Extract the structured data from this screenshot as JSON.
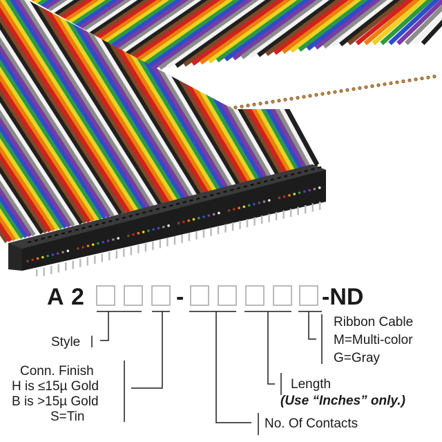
{
  "colors": {
    "wire_sequence": [
      "#7a4a2a",
      "#d42020",
      "#ee7d10",
      "#f0d020",
      "#2f9a3a",
      "#2a50c8",
      "#7a3aa8",
      "#8c8c8c",
      "#f2f2f2",
      "#1f1f1f"
    ],
    "connector_body": "#262626",
    "label_text": "#1a1a1a",
    "field_box_border": "#a8a8a8"
  },
  "part_number": {
    "prefix_1": "A",
    "prefix_2": "2",
    "separator": "-",
    "suffix": "-ND"
  },
  "labels": {
    "style": "Style",
    "conn_finish": {
      "title": "Conn. Finish",
      "option_h": "H is ≤15µ  Gold",
      "option_b": "B is >15µ  Gold",
      "option_s": "S=Tin"
    },
    "contacts": "No. Of Contacts",
    "length": {
      "title": "Length",
      "note": "(Use “Inches” only.)"
    },
    "ribbon_cable": {
      "title": "Ribbon Cable",
      "option_m": "M=Multi-color",
      "option_g": "G=Gray"
    }
  }
}
